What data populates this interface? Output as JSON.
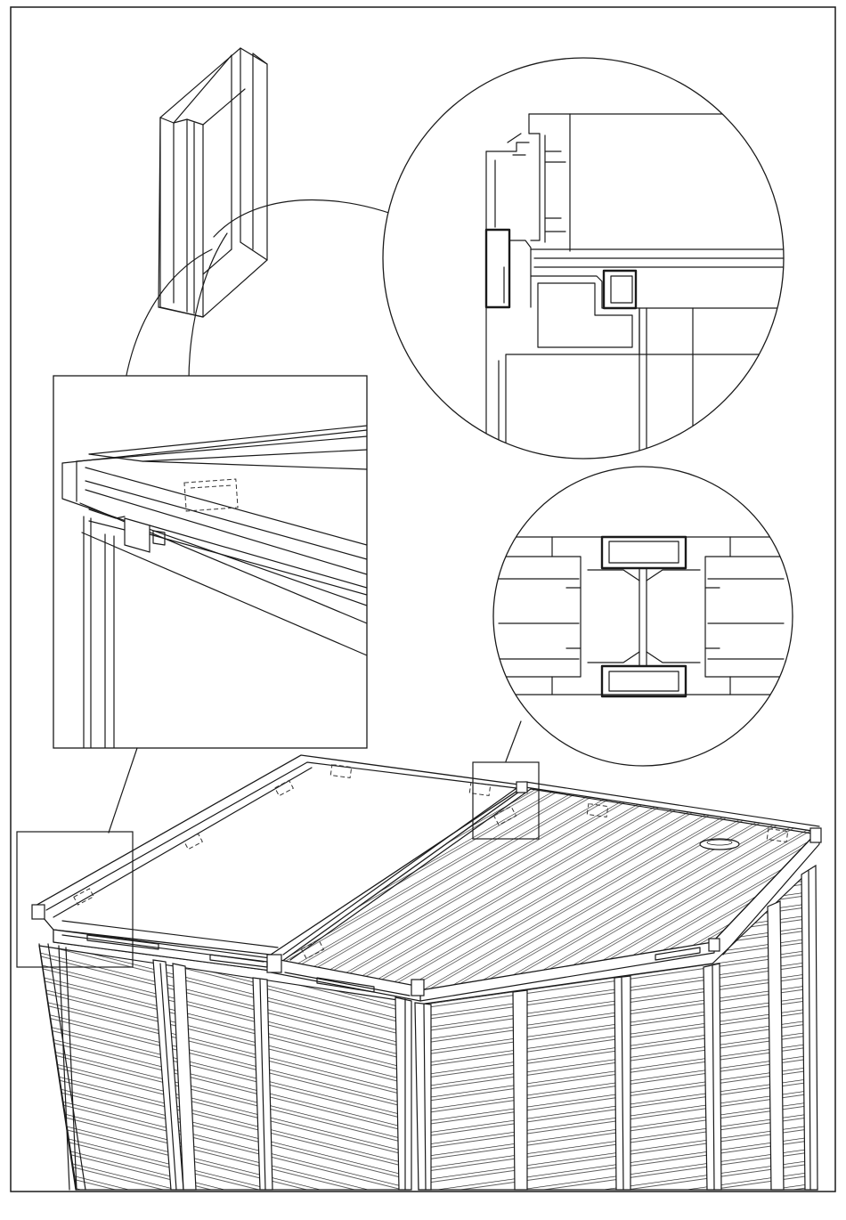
{
  "diagram": {
    "description_labels": [],
    "callouts": [
      {
        "id": "profile-detail"
      },
      {
        "id": "corner-detail"
      },
      {
        "id": "joint-detail"
      }
    ],
    "colors": {
      "line": "#1a1a1a",
      "background": "#ffffff"
    }
  }
}
